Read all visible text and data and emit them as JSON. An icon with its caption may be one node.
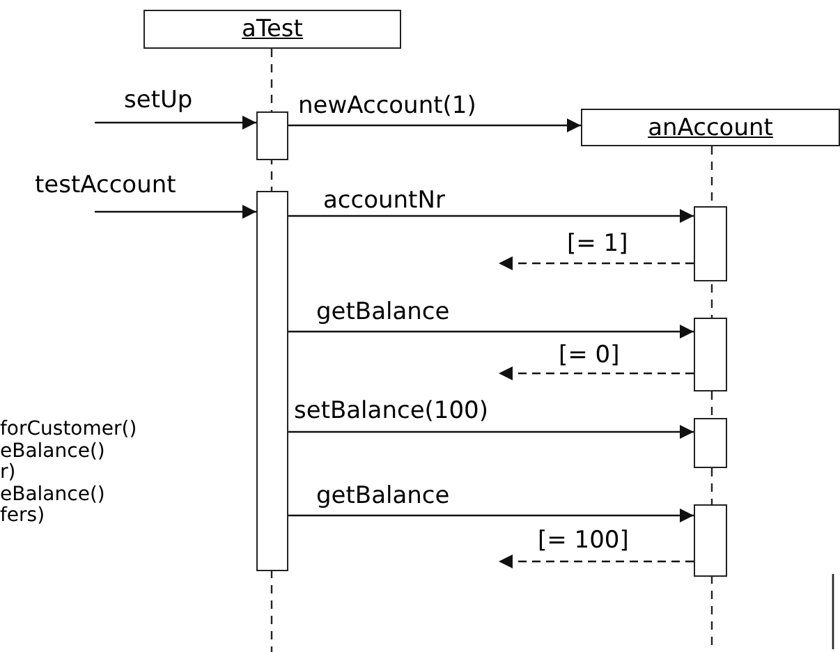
{
  "diagram": {
    "nodes": [
      {
        "text": [
          "aTest"
        ]
      },
      {
        "text": [
          "anAccount"
        ]
      },
      {
        "text": [],
        "shape": "box"
      },
      {
        "text": [],
        "shape": "box"
      },
      {
        "text": [],
        "shape": "box"
      },
      {
        "text": [],
        "shape": "box"
      },
      {
        "text": [],
        "shape": "box"
      },
      {
        "text": [],
        "shape": "box"
      }
    ],
    "edges": [
      {
        "from": null,
        "to": 2,
        "arrow": "to",
        "label": "setUp"
      },
      {
        "from": 2,
        "to": 1,
        "arrow": "to",
        "label": "newAccount(1)"
      },
      {
        "from": null,
        "to": 3,
        "arrow": "to",
        "label": "testAccount"
      },
      {
        "from": 3,
        "to": 4,
        "arrow": "to",
        "label": "accountNr"
      },
      {
        "from": 4,
        "to": null,
        "arrow": "to",
        "label": "[= 1]",
        "style": "dashed"
      },
      {
        "from": 3,
        "to": 5,
        "arrow": "to",
        "label": "getBalance"
      },
      {
        "from": 5,
        "to": null,
        "arrow": "to",
        "label": "[= 0]",
        "style": "dashed"
      },
      {
        "from": 3,
        "to": 6,
        "arrow": "to",
        "label": "setBalance(100)"
      },
      {
        "from": 3,
        "to": 7,
        "arrow": "to",
        "label": "getBalance"
      },
      {
        "from": 7,
        "to": null,
        "arrow": "to",
        "label": "[= 100]",
        "style": "dashed"
      }
    ],
    "labels": [
      "forCustomer()",
      "eBalance()",
      "r)",
      "eBalance()",
      "fers)"
    ]
  }
}
